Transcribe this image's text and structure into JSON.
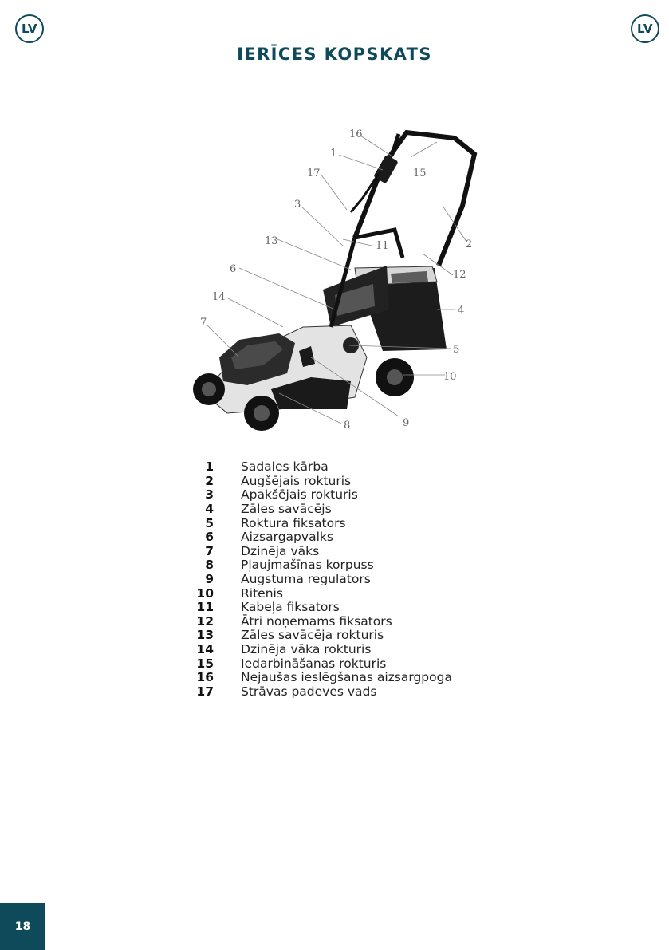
{
  "header": {
    "lang_badge_left": "LV",
    "lang_badge_right": "LV",
    "title": "IERĪCES KOPSKATS"
  },
  "figure": {
    "callouts": [
      "1",
      "2",
      "3",
      "4",
      "5",
      "6",
      "7",
      "8",
      "9",
      "10",
      "11",
      "12",
      "13",
      "14",
      "15",
      "16",
      "17"
    ]
  },
  "legend": [
    {
      "num": "1",
      "label": "Sadales kārba"
    },
    {
      "num": "2",
      "label": "Augšējais rokturis"
    },
    {
      "num": "3",
      "label": "Apakšējais rokturis"
    },
    {
      "num": "4",
      "label": "Zāles savācējs"
    },
    {
      "num": "5",
      "label": "Roktura fiksators"
    },
    {
      "num": "6",
      "label": "Aizsargapvalks"
    },
    {
      "num": "7",
      "label": "Dzinēja vāks"
    },
    {
      "num": "8",
      "label": "Pļaujmašīnas korpuss"
    },
    {
      "num": "9",
      "label": "Augstuma regulators"
    },
    {
      "num": "10",
      "label": "Ritenis"
    },
    {
      "num": "11",
      "label": "Kabeļa fiksators"
    },
    {
      "num": "12",
      "label": "Ātri noņemams fiksators"
    },
    {
      "num": "13",
      "label": "Zāles savācēja rokturis"
    },
    {
      "num": "14",
      "label": "Dzinēja vāka rokturis"
    },
    {
      "num": "15",
      "label": "Iedarbināšanas rokturis"
    },
    {
      "num": "16",
      "label": "Nejaušas ieslēgšanas aizsargpoga"
    },
    {
      "num": "17",
      "label": "Strāvas padeves vads"
    }
  ],
  "footer": {
    "page_number": "18"
  }
}
